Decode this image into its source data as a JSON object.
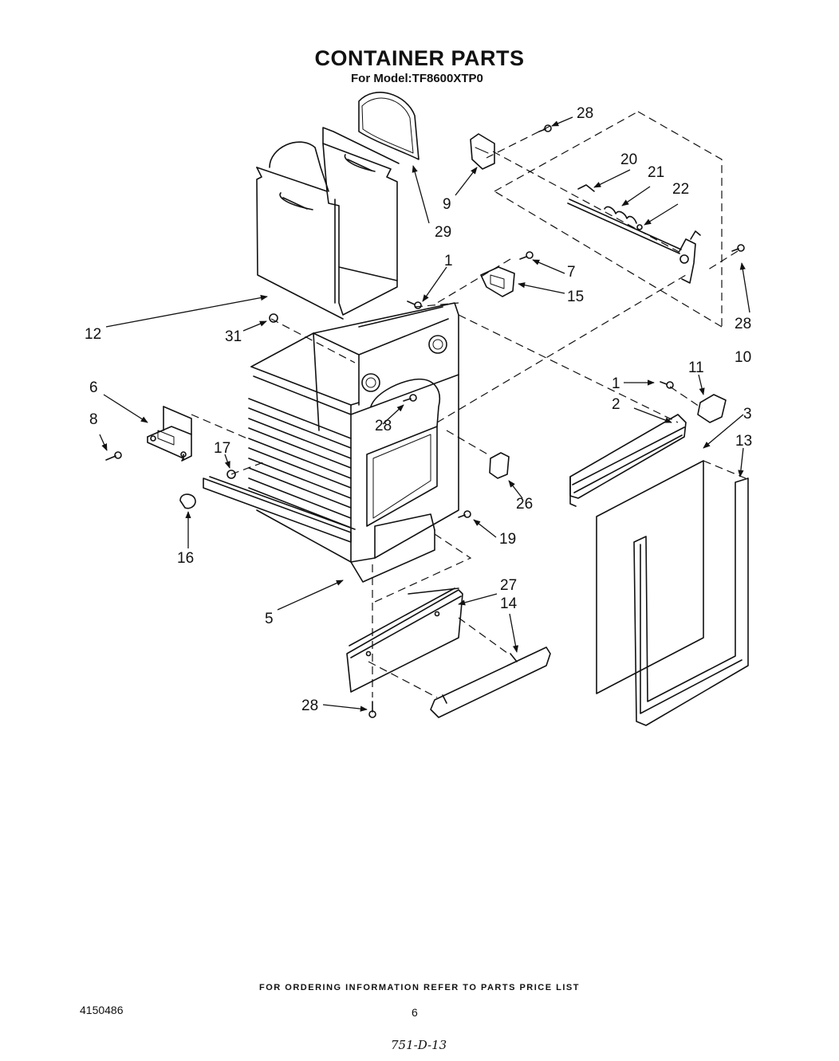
{
  "header": {
    "title": "CONTAINER PARTS",
    "subtitle": "For Model:TF8600XTP0"
  },
  "parts": [
    {
      "id": "p1a",
      "label": "1"
    },
    {
      "id": "p1b",
      "label": "1"
    },
    {
      "id": "p2",
      "label": "2"
    },
    {
      "id": "p3",
      "label": "3"
    },
    {
      "id": "p5",
      "label": "5"
    },
    {
      "id": "p6",
      "label": "6"
    },
    {
      "id": "p7",
      "label": "7"
    },
    {
      "id": "p8",
      "label": "8"
    },
    {
      "id": "p9",
      "label": "9"
    },
    {
      "id": "p10",
      "label": "10"
    },
    {
      "id": "p11",
      "label": "11"
    },
    {
      "id": "p12",
      "label": "12"
    },
    {
      "id": "p13",
      "label": "13"
    },
    {
      "id": "p14",
      "label": "14"
    },
    {
      "id": "p15",
      "label": "15"
    },
    {
      "id": "p16",
      "label": "16"
    },
    {
      "id": "p17",
      "label": "17"
    },
    {
      "id": "p19",
      "label": "19"
    },
    {
      "id": "p20",
      "label": "20"
    },
    {
      "id": "p21",
      "label": "21"
    },
    {
      "id": "p22",
      "label": "22"
    },
    {
      "id": "p26",
      "label": "26"
    },
    {
      "id": "p27",
      "label": "27"
    },
    {
      "id": "p28a",
      "label": "28"
    },
    {
      "id": "p28b",
      "label": "28"
    },
    {
      "id": "p28c",
      "label": "28"
    },
    {
      "id": "p28d",
      "label": "28"
    },
    {
      "id": "p29",
      "label": "29"
    },
    {
      "id": "p31",
      "label": "31"
    }
  ],
  "footer": {
    "ordering_note": "FOR ORDERING INFORMATION REFER TO PARTS PRICE LIST",
    "document_number": "4150486",
    "page_number": "6",
    "handwritten_code": "751-D-13"
  }
}
